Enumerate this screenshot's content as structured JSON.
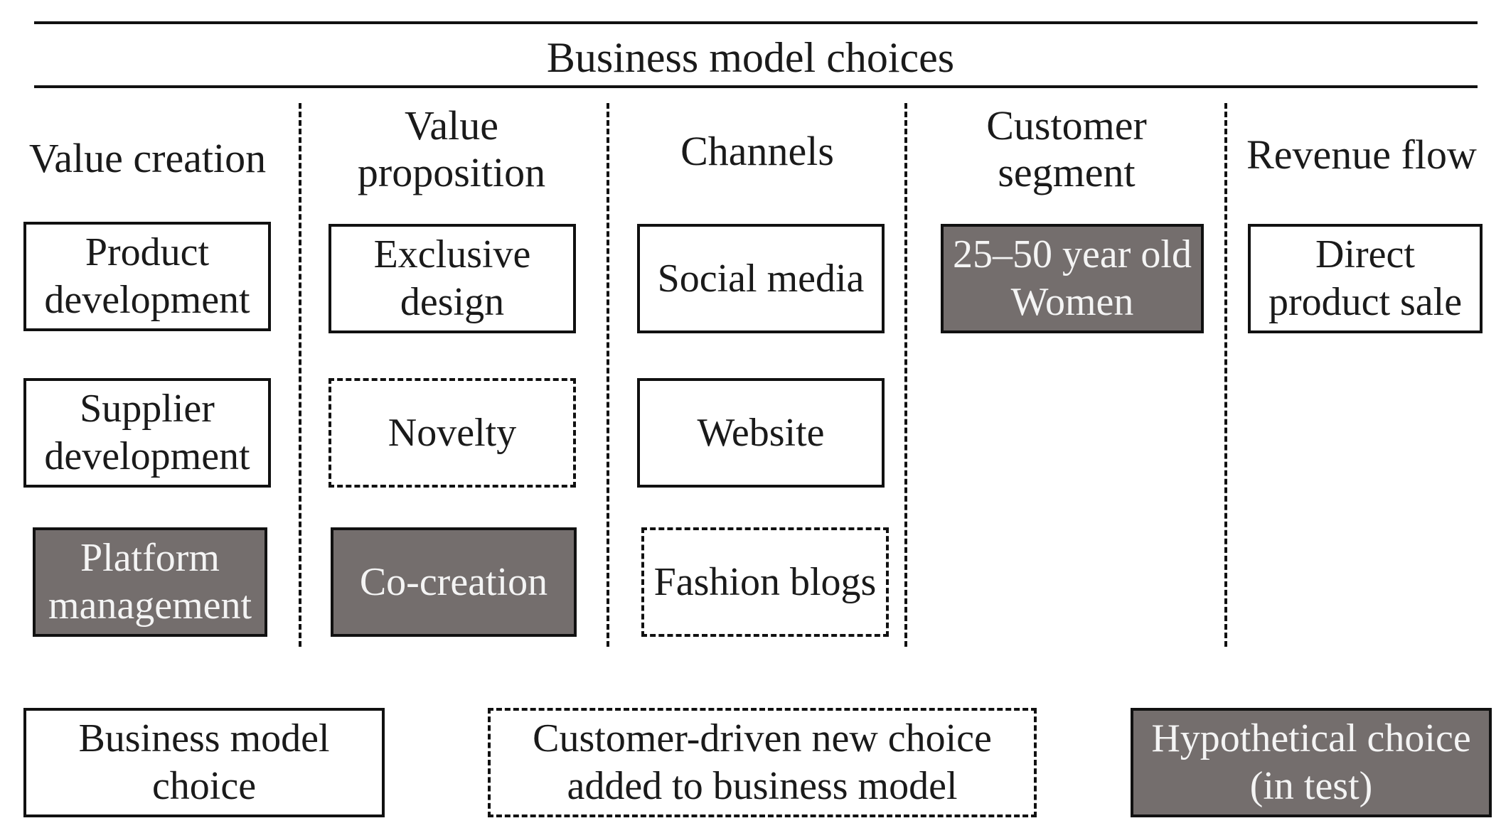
{
  "title": "Business model choices",
  "columns": [
    {
      "header": "Value creation",
      "items": [
        {
          "label": "Product development",
          "style": "solid"
        },
        {
          "label": "Supplier development",
          "style": "solid"
        },
        {
          "label": "Platform management",
          "style": "hypothetical"
        }
      ]
    },
    {
      "header": "Value proposition",
      "items": [
        {
          "label": "Exclusive design",
          "style": "solid"
        },
        {
          "label": "Novelty",
          "style": "dashed"
        },
        {
          "label": "Co-creation",
          "style": "hypothetical"
        }
      ]
    },
    {
      "header": "Channels",
      "items": [
        {
          "label": "Social media",
          "style": "solid"
        },
        {
          "label": "Website",
          "style": "solid"
        },
        {
          "label": "Fashion blogs",
          "style": "dashed"
        }
      ]
    },
    {
      "header": "Customer segment",
      "items": [
        {
          "label": "25–50 year old Women",
          "style": "hypothetical"
        }
      ]
    },
    {
      "header": "Revenue flow",
      "items": [
        {
          "label": "Direct product sale",
          "style": "solid"
        }
      ]
    }
  ],
  "legend": {
    "business_model_choice": "Business model choice",
    "customer_driven": "Customer-driven new choice added to business model",
    "hypothetical": "Hypothetical choice (in test)"
  },
  "colors": {
    "hypothetical_fill": "#746e6d",
    "line": "#111111"
  }
}
